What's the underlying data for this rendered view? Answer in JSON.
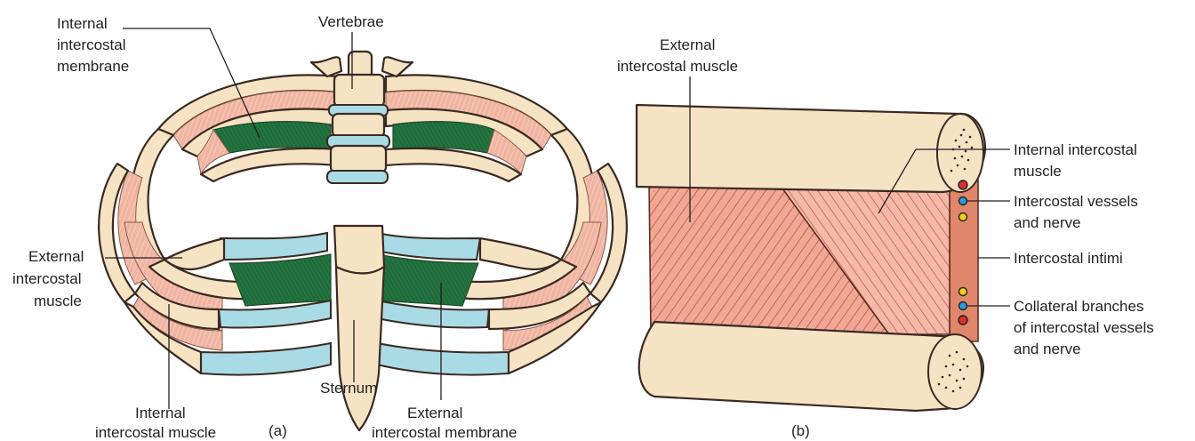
{
  "colors": {
    "bone": "#f5e3c4",
    "cartilage": "#a9dbe6",
    "membrane": "#1f6b3a",
    "muscle": "#f0b5a2",
    "muscle_lines": "#c0392b",
    "intimi": "#e0866a",
    "artery": "#d9302a",
    "vein": "#2a9ad9",
    "nerve": "#f2d21a"
  },
  "panel_a": {
    "caption": "(a)",
    "labels": {
      "internal_membrane": [
        "Internal",
        "intercostal",
        "membrane"
      ],
      "vertebrae": "Vertebrae",
      "external_muscle": [
        "External",
        "intercostal",
        "muscle"
      ],
      "internal_muscle": [
        "Internal",
        "intercostal muscle"
      ],
      "sternum": "Sternum",
      "external_membrane": [
        "External",
        "intercostal membrane"
      ]
    }
  },
  "panel_b": {
    "caption": "(b)",
    "labels": {
      "external_muscle": [
        "External",
        "intercostal muscle"
      ],
      "internal_muscle": [
        "Internal intercostal",
        "muscle"
      ],
      "vessels_nerve": [
        "Intercostal vessels",
        "and nerve"
      ],
      "intimi": "Intercostal intimi",
      "collateral": [
        "Collateral branches",
        "of intercostal vessels",
        "and nerve"
      ]
    }
  }
}
